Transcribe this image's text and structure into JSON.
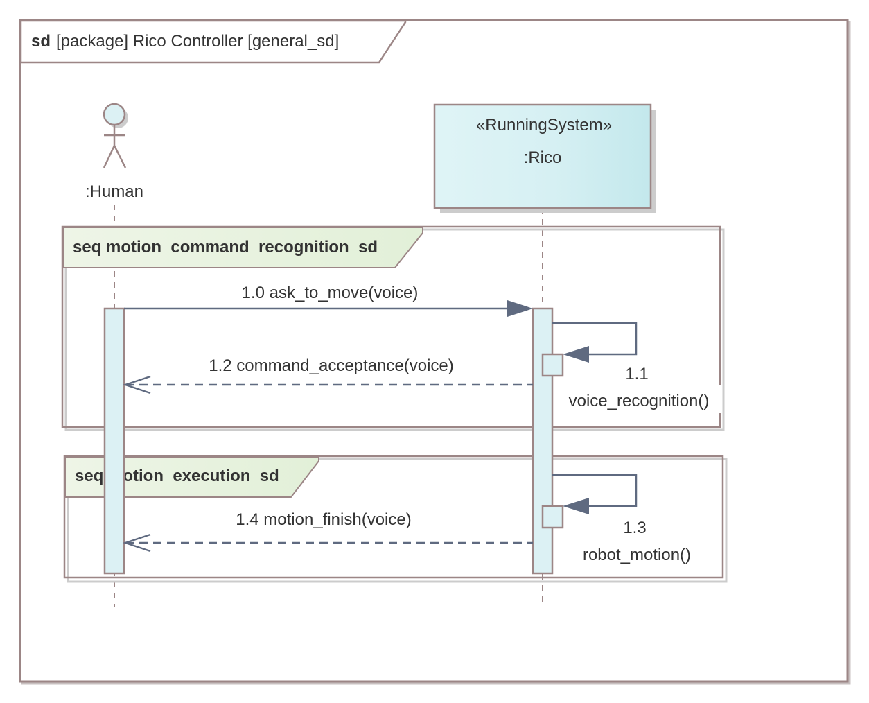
{
  "frame": {
    "keyword": "sd",
    "title": "[package] Rico Controller [general_sd]"
  },
  "lifelines": {
    "human": {
      "name": ":Human"
    },
    "rico": {
      "stereotype": "«RunningSystem»",
      "name": ":Rico"
    }
  },
  "fragments": [
    {
      "label": "seq motion_command_recognition_sd"
    },
    {
      "label": "seq motion_execution_sd"
    }
  ],
  "messages": [
    {
      "text": "1.0 ask_to_move(voice)",
      "kind": "synchronous"
    },
    {
      "number": "1.1",
      "text": "voice_recognition()",
      "kind": "self"
    },
    {
      "text": "1.2 command_acceptance(voice)",
      "kind": "return"
    },
    {
      "number": "1.3",
      "text": "robot_motion()",
      "kind": "self"
    },
    {
      "text": "1.4 motion_finish(voice)",
      "kind": "return"
    }
  ],
  "colors": {
    "border": "#9c8686",
    "lifeline_fill": "#dcf1f4",
    "fragment_tab_fill": "#eaf3e2",
    "arrow": "#5f6a80",
    "shadow": "#cccccc",
    "text": "#333333"
  }
}
